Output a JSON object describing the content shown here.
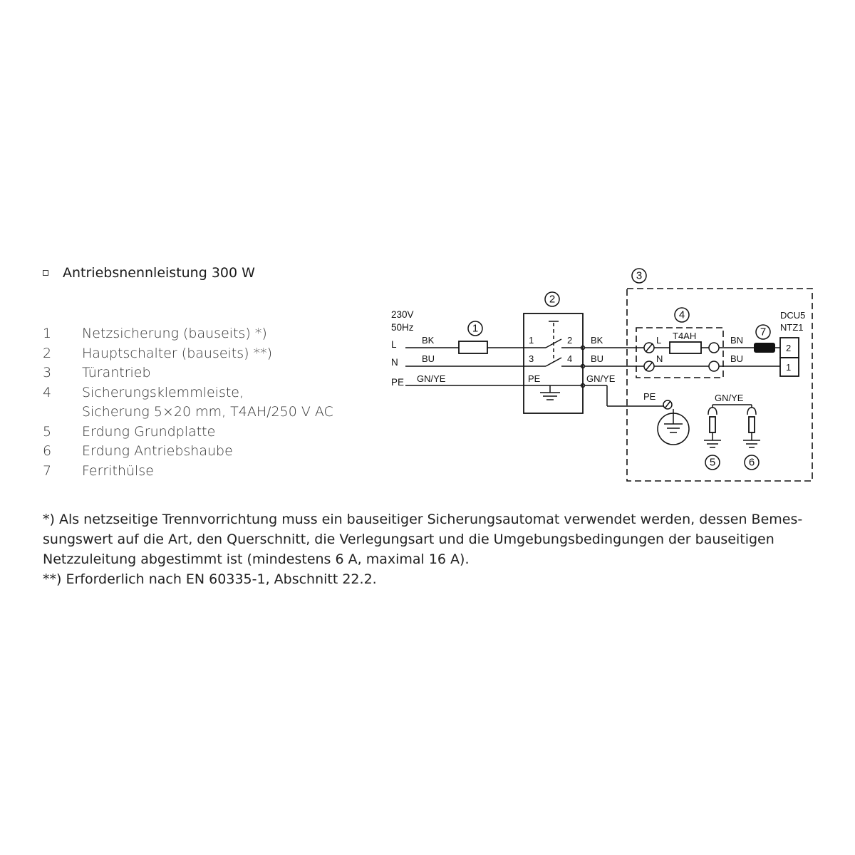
{
  "heading": "Antriebsnennleistung 300 W",
  "legend": [
    {
      "num": "1",
      "text": "Netzsicherung (bauseits) *)"
    },
    {
      "num": "2",
      "text": "Hauptschalter (bauseits) **)"
    },
    {
      "num": "3",
      "text": "Türantrieb"
    },
    {
      "num": "4",
      "text": "Sicherungsklemmleiste,",
      "sub": "Sicherung 5×20 mm, T4AH/250 V AC"
    },
    {
      "num": "5",
      "text": "Erdung Grundplatte"
    },
    {
      "num": "6",
      "text": "Erdung Antriebshaube"
    },
    {
      "num": "7",
      "text": "Ferrithülse"
    }
  ],
  "notes": {
    "note1": "*) Als netzseitige Trennvorrichtung muss ein bauseitiger Sicherungsautomat verwendet werden, dessen Bemes-sungswert auf die Art, den Querschnitt, die Verlegungsart und die Umgebungsbedingungen der bauseitigen Netzzuleitung abgestimmt ist (mindestens 6 A, maximal 16 A).",
    "note2": "**) Erforderlich nach EN 60335-1, Abschnitt 22.2."
  },
  "diagram": {
    "supply_voltage": "230V",
    "supply_freq": "50Hz",
    "line_L": "L",
    "line_N": "N",
    "line_PE": "PE",
    "wire_BK": "BK",
    "wire_BU": "BU",
    "wire_GNYE": "GN/YE",
    "wire_BN": "BN",
    "switch_t1": "1",
    "switch_t2": "2",
    "switch_t3": "3",
    "switch_t4": "4",
    "switch_pe": "PE",
    "fuse_label": "T4AH",
    "terminal_L": "L",
    "terminal_N": "N",
    "pe_label": "PE",
    "gnye_ground": "GN/YE",
    "controller_line1": "DCU5",
    "controller_line2": "NTZ1",
    "controller_pin2": "2",
    "controller_pin1": "1",
    "marker1": "1",
    "marker2": "2",
    "marker3": "3",
    "marker4": "4",
    "marker5": "5",
    "marker6": "6",
    "marker7": "7"
  }
}
